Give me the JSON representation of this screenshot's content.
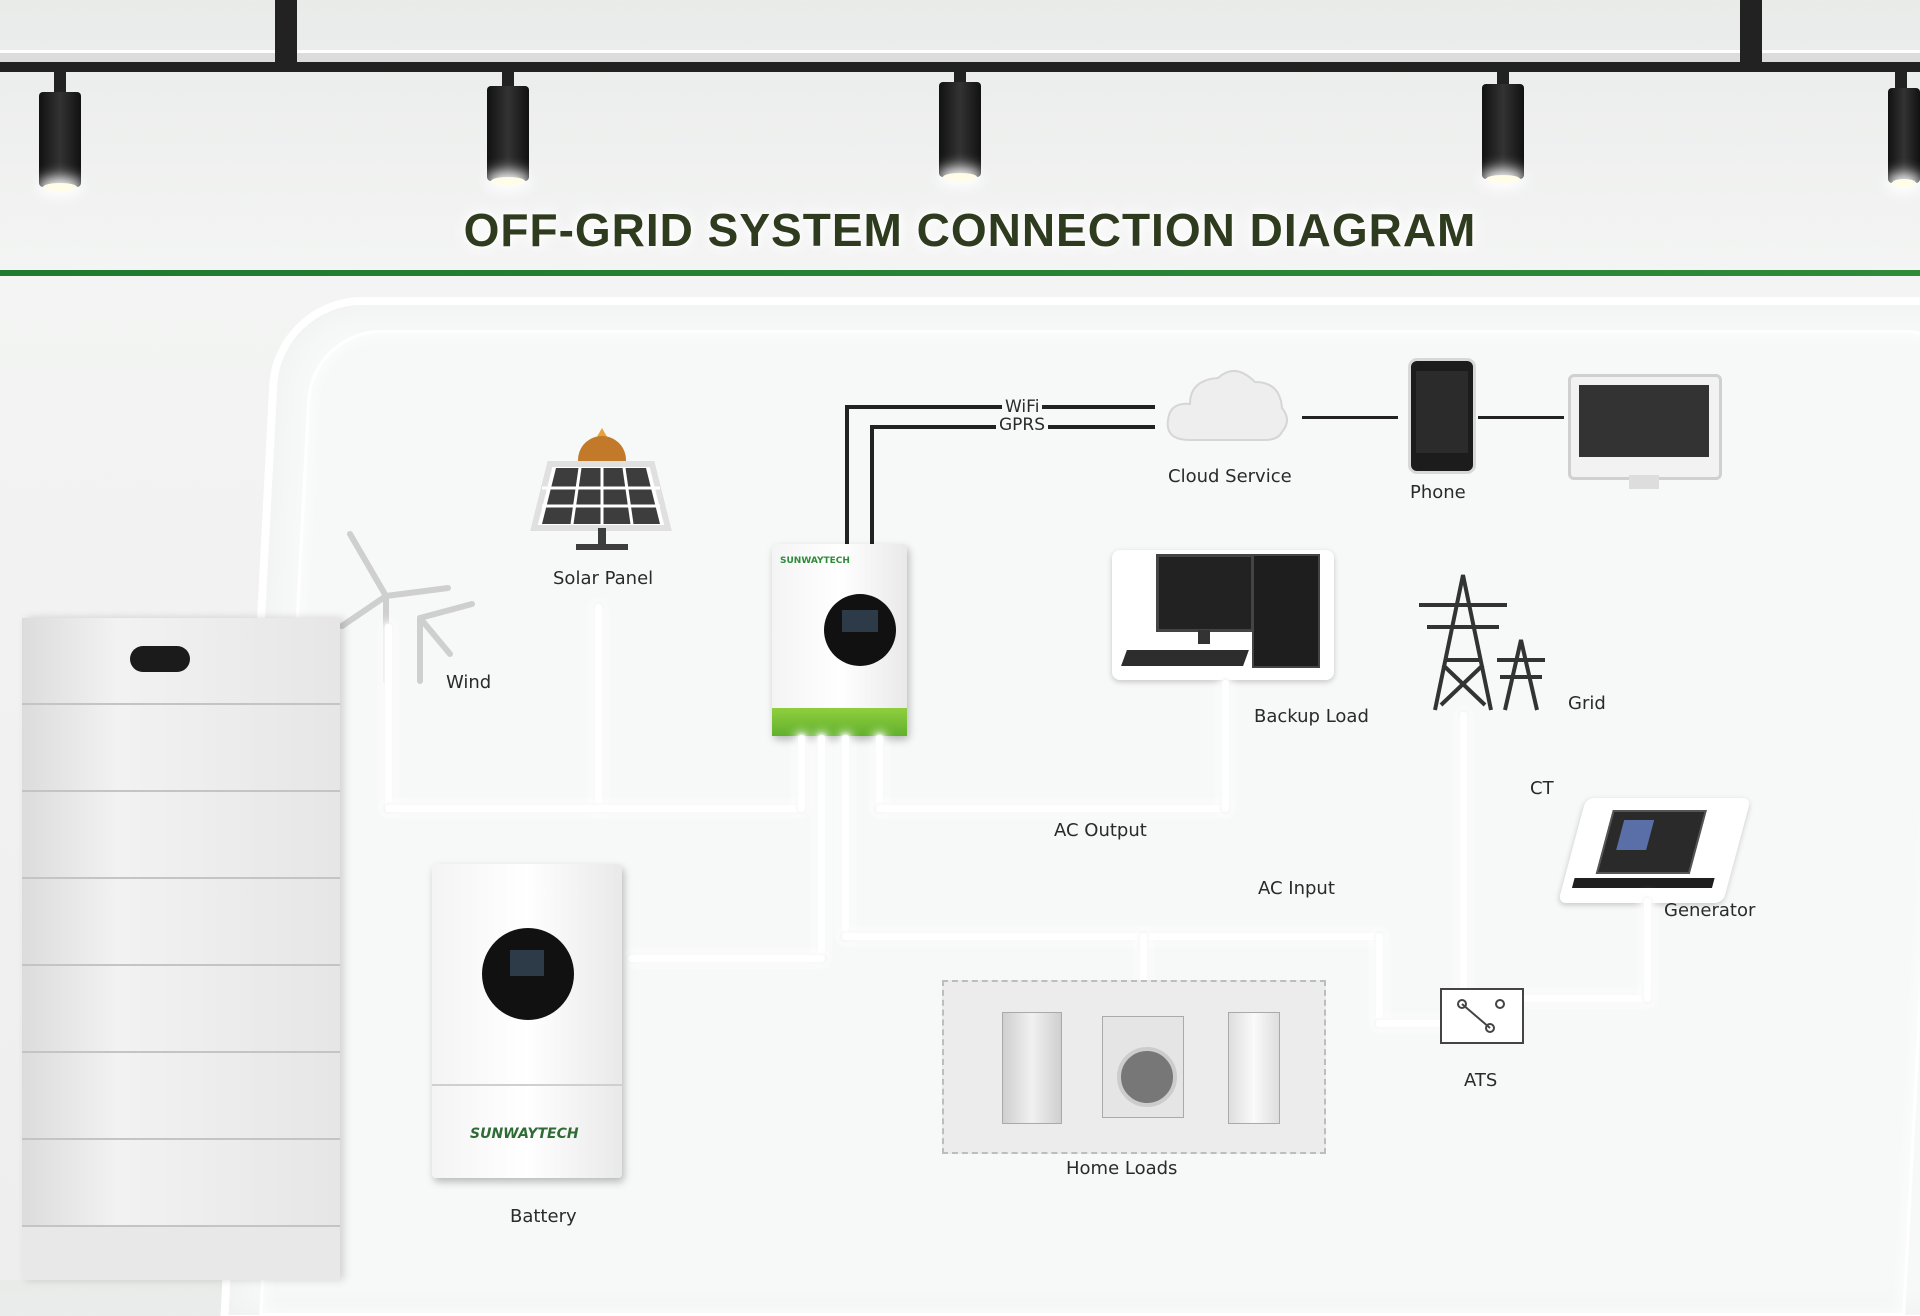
{
  "title": "OFF-GRID SYSTEM CONNECTION DIAGRAM",
  "comm": {
    "wifi": "WiFi",
    "gprs": "GPRS"
  },
  "components": {
    "cloud": "Cloud Service",
    "phone": "Phone",
    "solar": "Solar Panel",
    "wind": "Wind",
    "backup": "Backup Load",
    "grid": "Grid",
    "ct": "CT",
    "generator": "Generator",
    "ac_output": "AC Output",
    "ac_input": "AC Input",
    "ats": "ATS",
    "home_loads": "Home Loads",
    "battery": "Battery"
  },
  "brand": "SUNWAYTECH",
  "colors": {
    "accent_green": "#2e8b3a",
    "inverter_green": "#7ac23a",
    "title": "#2f3b1e"
  }
}
